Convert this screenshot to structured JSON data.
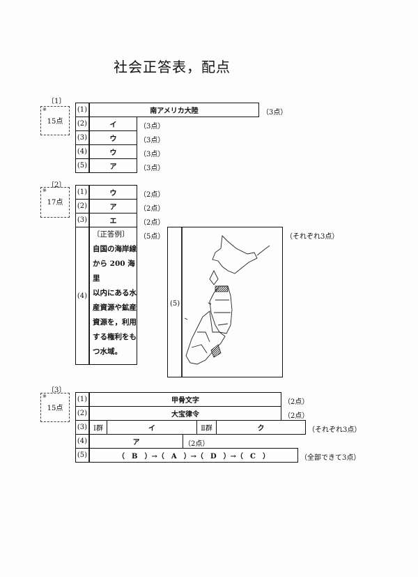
{
  "title": "社会正答表，配点",
  "s1": {
    "label": "〔1〕",
    "mark": "※",
    "score": "15点",
    "rows": [
      {
        "n": "(1)",
        "a": "南アメリカ大陸",
        "p": "（3点）"
      },
      {
        "n": "(2)",
        "a": "イ",
        "p": "（3点）"
      },
      {
        "n": "(3)",
        "a": "ウ",
        "p": "（3点）"
      },
      {
        "n": "(4)",
        "a": "ウ",
        "p": "（3点）"
      },
      {
        "n": "(5)",
        "a": "ア",
        "p": "（3点）"
      }
    ]
  },
  "s2": {
    "label": "〔2〕",
    "mark": "※",
    "score": "17点",
    "rows": [
      {
        "n": "(1)",
        "a": "ウ",
        "p": "（2点）"
      },
      {
        "n": "(2)",
        "a": "ア",
        "p": "（2点）"
      },
      {
        "n": "(3)",
        "a": "エ",
        "p": "（2点）"
      }
    ],
    "q4": {
      "n": "(4)",
      "p": "（5点）",
      "lines": [
        "〔正答例〕",
        "自国の海岸線",
        "から 200 海里",
        "以内にある水",
        "産資源や鉱産",
        "資源を，利用",
        "する権利をも",
        "つ水域。"
      ]
    },
    "q5": {
      "n": "(5)",
      "p": "（それぞれ3点）"
    }
  },
  "s3": {
    "label": "〔3〕",
    "mark": "※",
    "score": "15点",
    "r1": {
      "n": "(1)",
      "a": "甲骨文字",
      "p": "（2点）"
    },
    "r2": {
      "n": "(2)",
      "a": "大宝律令",
      "p": "（2点）"
    },
    "r3": {
      "n": "(3)",
      "g1": "Ⅰ群",
      "a1": "イ",
      "g2": "Ⅱ群",
      "a2": "ク",
      "p": "（それぞれ3点）"
    },
    "r4": {
      "n": "(4)",
      "a": "ア",
      "p": "（2点）"
    },
    "r5": {
      "n": "(5)",
      "a": "（　B　）→（　A　）→（　D　）→（　C　）",
      "p": "（全部できて3点）"
    }
  }
}
